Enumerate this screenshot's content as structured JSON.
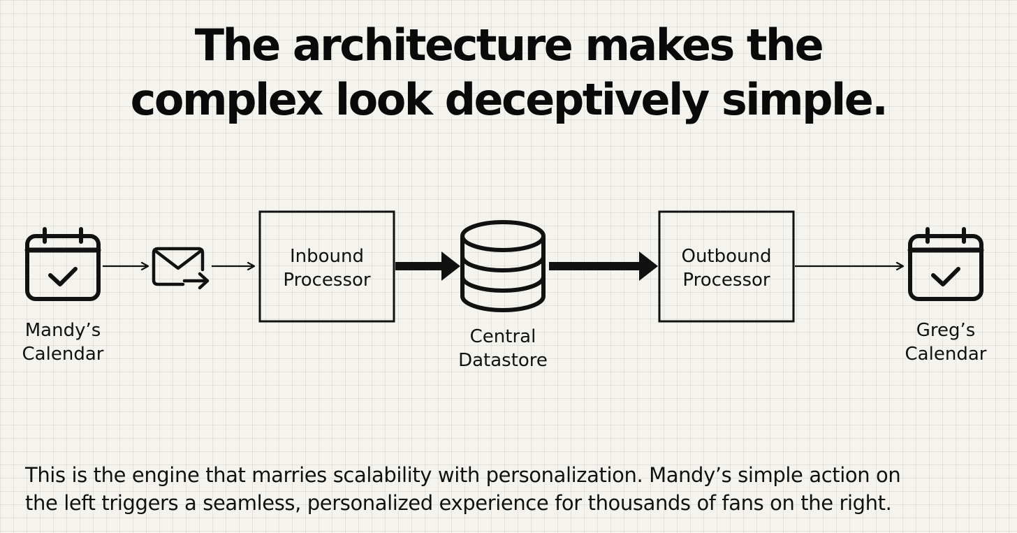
{
  "title": {
    "line1": "The architecture makes the",
    "line2": "complex look deceptively simple."
  },
  "nodes": {
    "mandy_calendar": {
      "line1": "Mandy’s",
      "line2": "Calendar",
      "icon": "calendar-check-icon"
    },
    "email": {
      "icon": "email-forward-icon"
    },
    "inbound_processor": {
      "line1": "Inbound",
      "line2": "Processor"
    },
    "central_datastore": {
      "line1": "Central",
      "line2": "Datastore",
      "icon": "database-icon"
    },
    "outbound_processor": {
      "line1": "Outbound",
      "line2": "Processor"
    },
    "greg_calendar": {
      "line1": "Greg’s",
      "line2": "Calendar",
      "icon": "calendar-check-icon"
    }
  },
  "caption": {
    "line1": "This is the engine that marries scalability with personalization. Mandy’s simple action on",
    "line2": "the left triggers a seamless, personalized experience for thousands of fans on the right."
  },
  "colors": {
    "background": "#f4f3ee",
    "ink": "#111111"
  }
}
